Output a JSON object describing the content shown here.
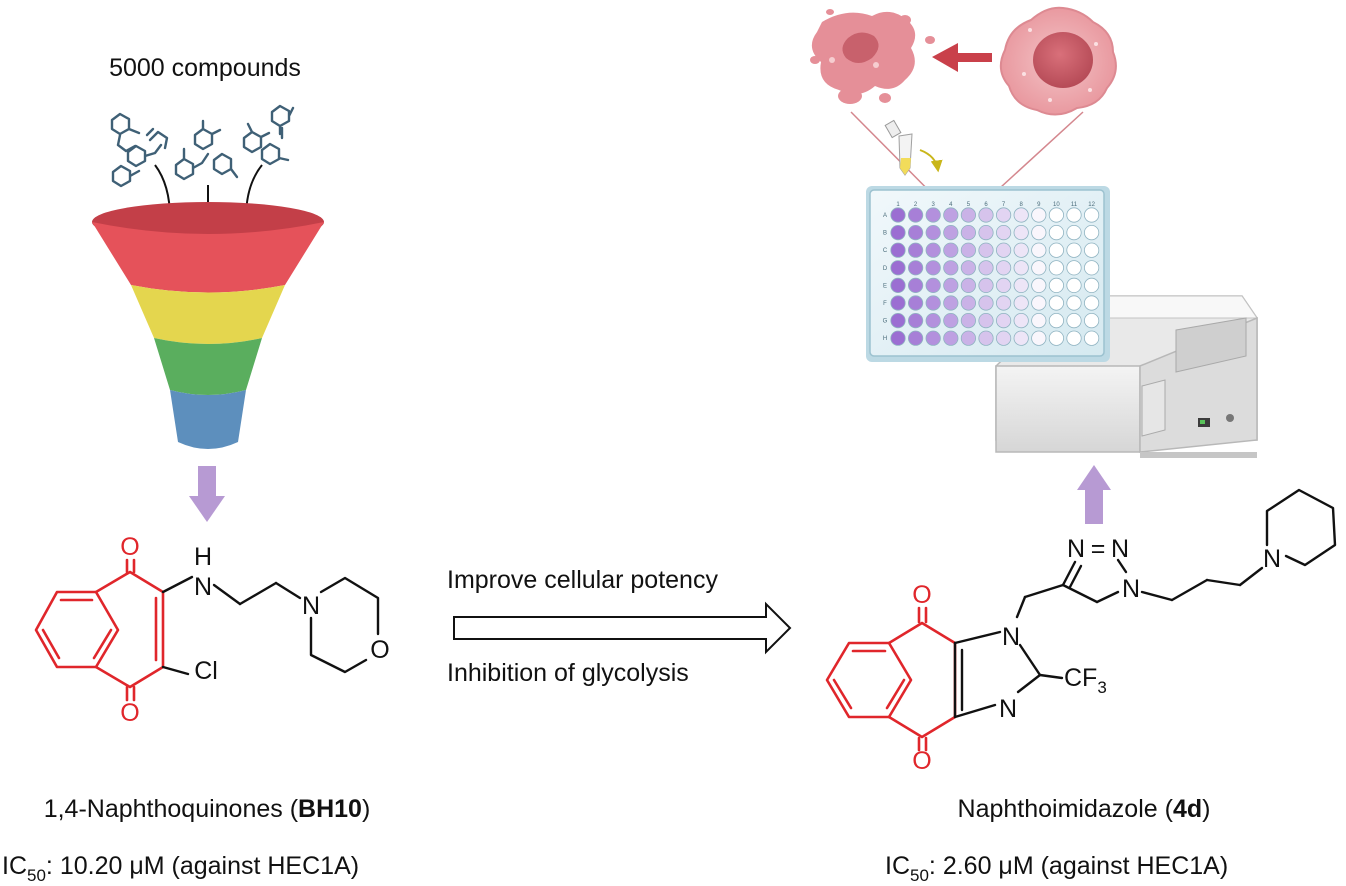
{
  "funnel": {
    "heading": "5000 compounds"
  },
  "compound_left": {
    "name_prefix": "1,4-Naphthoquinones (",
    "code": "BH10",
    "name_suffix": ")",
    "ic_prefix": "IC",
    "ic_sub": "50",
    "ic_value": ": 10.20 μM (against HEC1A)",
    "atoms": {
      "o1": "O",
      "o2": "O",
      "nh_h": "H",
      "nh_n": "N",
      "cl": "Cl",
      "morph_n": "N",
      "morph_o": "O"
    }
  },
  "transition": {
    "top_label": "Improve cellular potency",
    "bottom_label": "Inhibition of glycolysis"
  },
  "compound_right": {
    "name_prefix": "Naphthoimidazole (",
    "code": "4d",
    "name_suffix": ")",
    "ic_prefix": "IC",
    "ic_sub": "50",
    "ic_value": ": 2.60 μM (against HEC1A)",
    "atoms": {
      "o1": "O",
      "o2": "O",
      "n1": "N",
      "n3": "N",
      "cf3": "CF",
      "cf3_sub": "3",
      "tri_n1": "N",
      "tri_n2": "N",
      "tri_n3": "N",
      "pip_n": "N"
    }
  },
  "plate": {
    "columns": [
      "1",
      "2",
      "3",
      "4",
      "5",
      "6",
      "7",
      "8",
      "9",
      "10",
      "11",
      "12"
    ],
    "rows": [
      "A",
      "B",
      "C",
      "D",
      "E",
      "F",
      "G",
      "H"
    ]
  },
  "colors": {
    "funnel_red": "#e5525a",
    "funnel_yellow": "#e4d64e",
    "funnel_green": "#5aae5e",
    "funnel_blue": "#5d8fbd",
    "arrow_purple": "#b79ad3",
    "mol_red": "#e0262b",
    "ring_fill": "#f4d8f6",
    "cell_pink": "#e58f98"
  },
  "icons": [
    "compound-molecule-icon",
    "funnel-icon",
    "cell-icon",
    "dead-cell-icon",
    "pipette-icon",
    "well-plate-icon",
    "plate-reader-icon"
  ]
}
